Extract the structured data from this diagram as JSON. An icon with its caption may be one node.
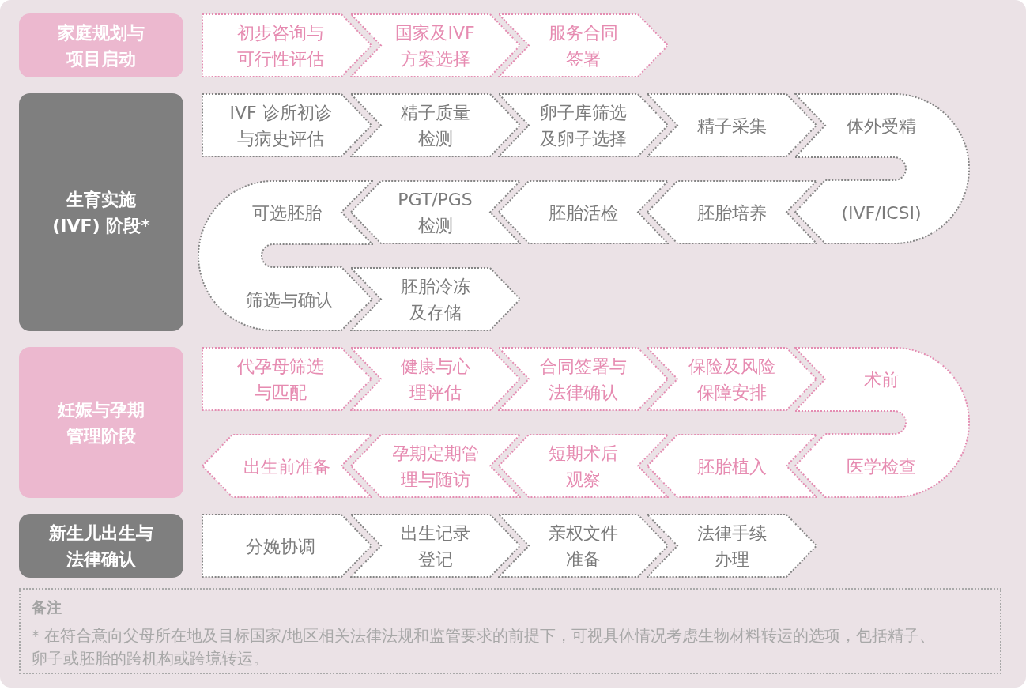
{
  "diagram": {
    "nodes": [
      {
        "text": [
          "家庭规划与项目启动"
        ]
      },
      {
        "text": [
          "初步咨询与可行性评估"
        ]
      },
      {
        "text": [
          "国家及IVF方案选择"
        ]
      },
      {
        "text": [
          "服务合同签署"
        ]
      },
      {
        "text": [
          "生育实施(IVF) 阶段*"
        ]
      },
      {
        "text": [
          "IVF 诊所初诊与病史评估"
        ]
      },
      {
        "text": [
          "精子质量检测"
        ]
      },
      {
        "text": [
          "卵子库筛选及卵子选择"
        ]
      },
      {
        "text": [
          "精子采集"
        ]
      },
      {
        "text": [
          "体外受精",
          "(IVF/ICSI)"
        ]
      },
      {
        "text": [
          "胚胎培养"
        ]
      },
      {
        "text": [
          "胚胎活检"
        ]
      },
      {
        "text": [
          "PGT/PGS检测"
        ]
      },
      {
        "text": [
          "可选胚胎",
          "筛选与确认"
        ]
      },
      {
        "text": [
          "胚胎冷冻及存储"
        ]
      },
      {
        "text": [
          "妊娠与孕期管理阶段"
        ]
      },
      {
        "text": [
          "代孕母筛选与匹配"
        ]
      },
      {
        "text": [
          "健康与心理评估"
        ]
      },
      {
        "text": [
          "合同签署与法律确认"
        ]
      },
      {
        "text": [
          "保险及风险保障安排"
        ]
      },
      {
        "text": [
          "术前",
          "医学检查"
        ]
      },
      {
        "text": [
          "胚胎植入"
        ]
      },
      {
        "text": [
          "短期术后观察"
        ]
      },
      {
        "text": [
          "孕期定期管理与随访"
        ]
      },
      {
        "text": [
          "出生前准备"
        ]
      },
      {
        "text": [
          "新生儿出生与法律确认"
        ]
      },
      {
        "text": [
          "分娩协调"
        ]
      },
      {
        "text": [
          "出生记录登记"
        ]
      },
      {
        "text": [
          "亲权文件准备"
        ]
      },
      {
        "text": [
          "法律手续办理"
        ]
      },
      {
        "text": [
          "备注",
          "* 在符合意向父母所在地及目标国家/地区相关法律法规和监管要求的前提下，可视具体情况考虑生物材料转运的选项，包括精子、卵子或胚胎的跨机构或跨境转运。"
        ]
      }
    ]
  }
}
